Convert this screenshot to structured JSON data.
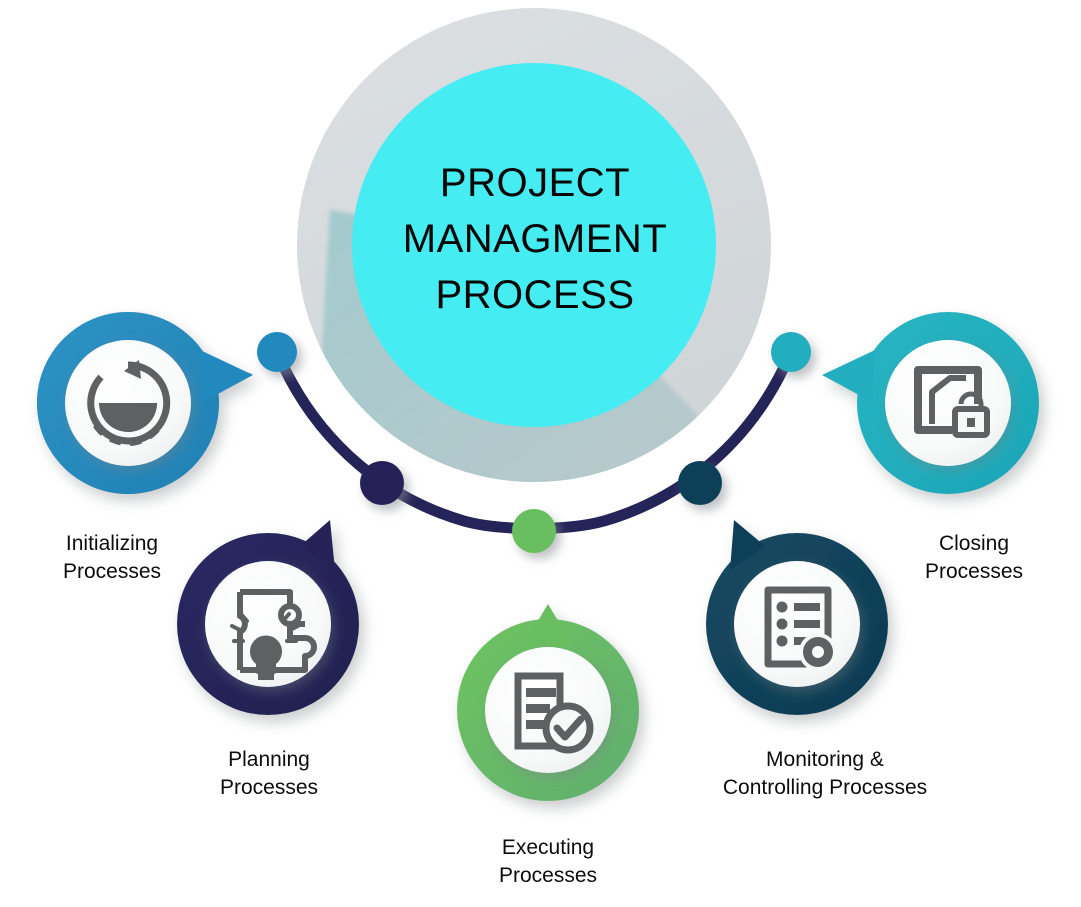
{
  "hub": {
    "title_lines": [
      "PROJECT",
      "MANAGMENT",
      "PROCESS"
    ],
    "line1": "PROJECT",
    "line2": "MANAGMENT",
    "line3": "PROCESS",
    "fill_color": "#45EDF2",
    "ring_color": "#D4D9DC",
    "shadow_color": "#A9CDD0"
  },
  "connector": {
    "color": "#252458",
    "description": "curved path linking the five process nodes"
  },
  "nodes": [
    {
      "id": "initializing",
      "label": "Initializing\nProcesses",
      "label_line1": "Initializing",
      "label_line2": "Processes",
      "color": "#2389BE",
      "icon": "circular-arrow-pie-icon",
      "tail": "right",
      "dot_color": "#2389BE"
    },
    {
      "id": "planning",
      "label": "Planning\nProcesses",
      "label_line1": "Planning",
      "label_line2": "Processes",
      "color": "#252458",
      "icon": "puzzle-lightbulb-icon",
      "tail": "up-right",
      "dot_color": "#252458"
    },
    {
      "id": "executing",
      "label": "Executing\nProcesses",
      "label_line1": "Executing",
      "label_line2": "Processes",
      "color": "#69BE5E",
      "icon": "document-check-icon",
      "tail": "up",
      "dot_color": "#69BE5E"
    },
    {
      "id": "monitoring-controlling",
      "label": "Monitoring &\nControlling Processes",
      "label_line1": "Monitoring &",
      "label_line2": "Controlling Processes",
      "color": "#104159",
      "icon": "checklist-clipboard-icon",
      "tail": "up-left",
      "dot_color": "#104159"
    },
    {
      "id": "closing",
      "label": "Closing\nProcesses",
      "label_line1": "Closing",
      "label_line2": "Processes",
      "color": "#21AEBE",
      "icon": "archive-lock-icon",
      "tail": "left",
      "dot_color": "#21AEBE"
    }
  ],
  "icon_color": "#5F6062",
  "icon_plate_color": "#F7F8F8"
}
